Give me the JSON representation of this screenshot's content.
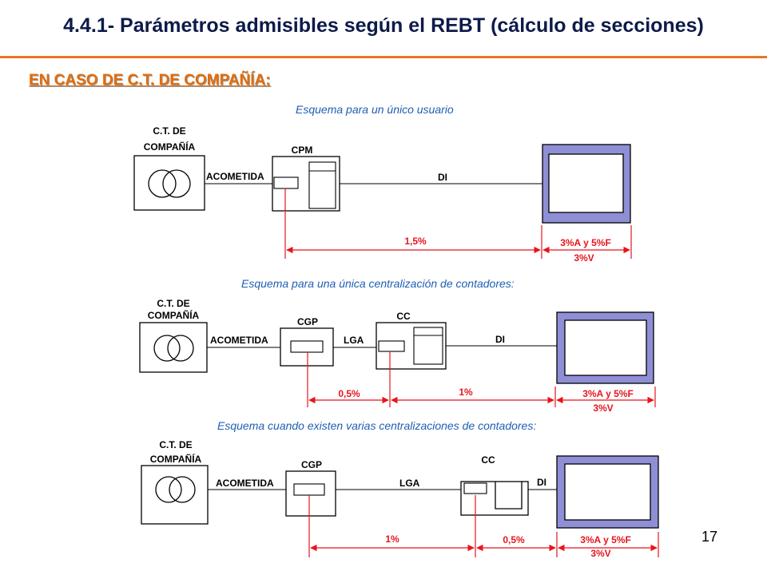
{
  "slide": {
    "title": "4.4.1- Parámetros admisibles según el REBT (cálculo de secciones)",
    "heading": "EN CASO DE C.T. DE COMPAÑÍA:",
    "page_number": "17"
  },
  "colors": {
    "title": "#0d1a4a",
    "accent_rule": "#e87722",
    "heading": "#e36c09",
    "caption": "#1f5fb3",
    "dimension": "#e8141c",
    "consumer_frame": "#8f8fd6"
  },
  "schemes": [
    {
      "caption": "Esquema para un único usuario",
      "ct_label_1": "C.T. DE",
      "ct_label_2": "COMPAÑÍA",
      "acometida": "ACOMETIDA",
      "box1": "CPM",
      "line1": "DI",
      "dim1": "1,5%",
      "dim_consumer_1": "3%A y 5%F",
      "dim_consumer_2": "3%V"
    },
    {
      "caption": "Esquema para una única centralización de contadores:",
      "ct_label_1": "C.T. DE",
      "ct_label_2": "COMPAÑÍA",
      "acometida": "ACOMETIDA",
      "box1": "CGP",
      "line1": "LGA",
      "box2": "CC",
      "line2": "DI",
      "dim1": "0,5%",
      "dim2": "1%",
      "dim_consumer_1": "3%A y 5%F",
      "dim_consumer_2": "3%V"
    },
    {
      "caption": "Esquema cuando existen varias centralizaciones de contadores:",
      "ct_label_1": "C.T. DE",
      "ct_label_2": "COMPAÑÍA",
      "acometida": "ACOMETIDA",
      "box1": "CGP",
      "line1": "LGA",
      "box2": "CC",
      "line2": "DI",
      "dim1": "1%",
      "dim2": "0,5%",
      "dim_consumer_1": "3%A y 5%F",
      "dim_consumer_2": "3%V"
    }
  ]
}
